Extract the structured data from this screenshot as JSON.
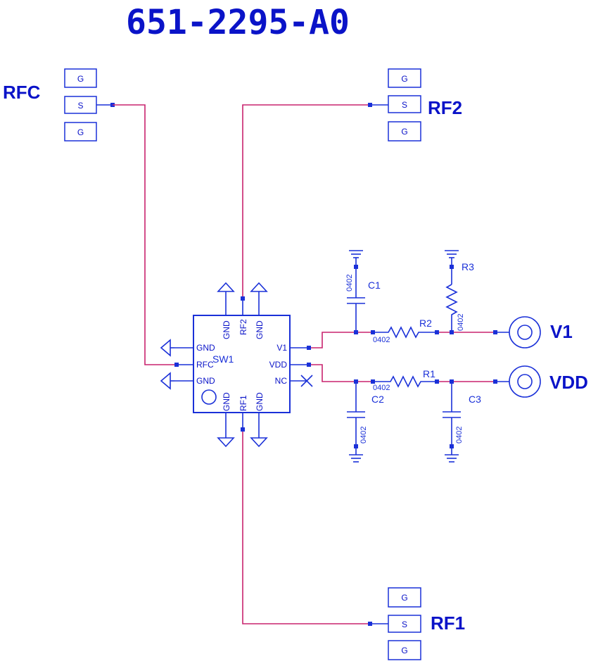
{
  "title": "651-2295-A0",
  "ports": {
    "rfc": "RFC",
    "rf2": "RF2",
    "rf1": "RF1",
    "v1": "V1",
    "vdd": "VDD"
  },
  "pad_labels": {
    "ground": "G",
    "signal": "S"
  },
  "switch": {
    "ref": "SW1",
    "pins": {
      "gnd": "GND",
      "rf1": "RF1",
      "rf2": "RF2",
      "rfc": "RFC",
      "v1": "V1",
      "vdd": "VDD",
      "nc": "NC"
    }
  },
  "components": {
    "c1": "C1",
    "c2": "C2",
    "c3": "C3",
    "r1": "R1",
    "r2": "R2",
    "r3": "R3",
    "package": "0402"
  }
}
